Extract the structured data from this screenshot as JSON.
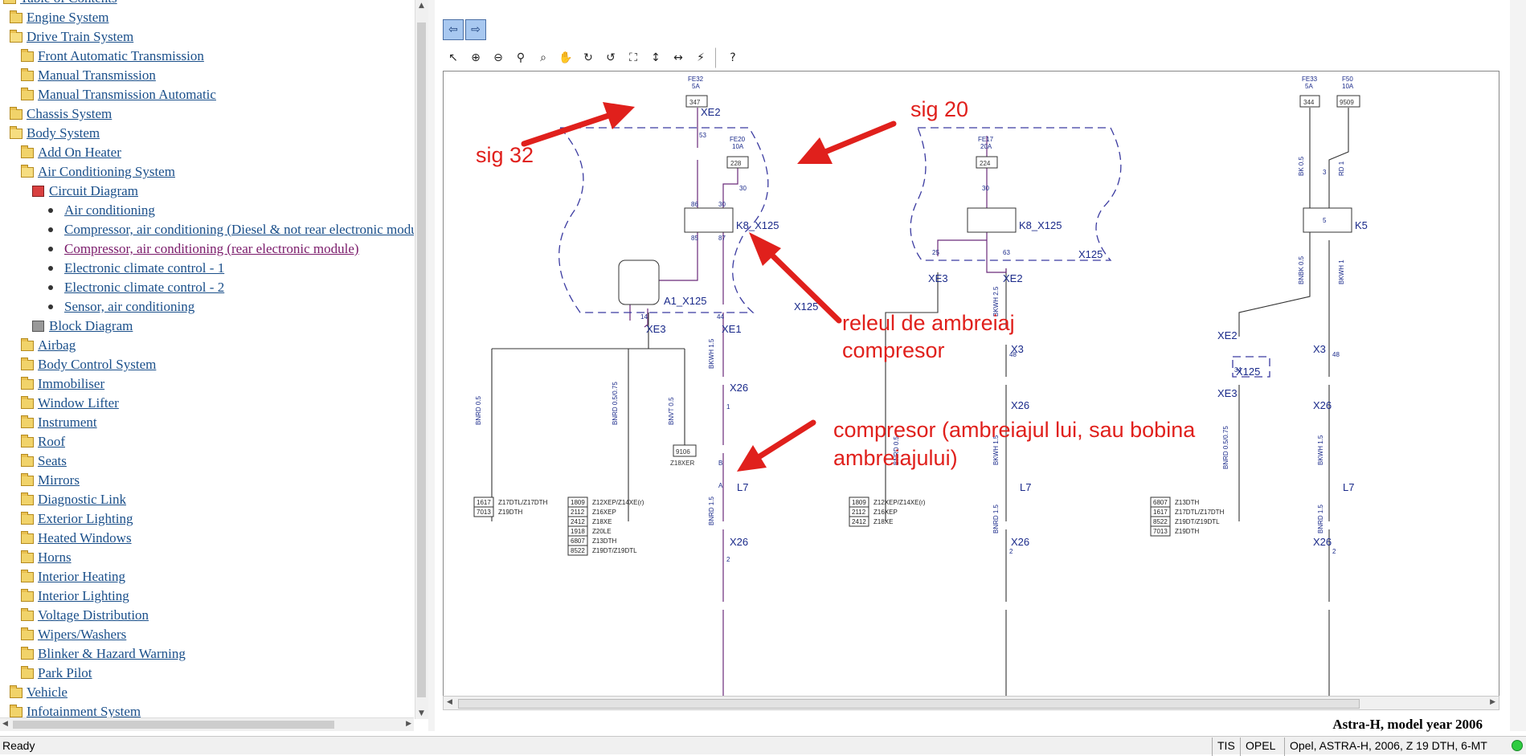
{
  "tree": {
    "items": [
      {
        "label": "Table of Contents",
        "type": "folder",
        "indent": 0
      },
      {
        "label": "Engine System",
        "type": "folder",
        "indent": 1
      },
      {
        "label": "Drive Train System",
        "type": "folder-open",
        "indent": 1
      },
      {
        "label": "Front Automatic Transmission",
        "type": "folder",
        "indent": 2
      },
      {
        "label": "Manual Transmission",
        "type": "folder",
        "indent": 2
      },
      {
        "label": "Manual Transmission Automatic",
        "type": "folder",
        "indent": 2
      },
      {
        "label": "Chassis System",
        "type": "folder",
        "indent": 1
      },
      {
        "label": "Body System",
        "type": "folder-open",
        "indent": 1
      },
      {
        "label": "Add On Heater",
        "type": "folder",
        "indent": 2
      },
      {
        "label": "Air Conditioning System",
        "type": "folder-open",
        "indent": 2
      },
      {
        "label": "Circuit Diagram",
        "type": "doc",
        "indent": 3
      },
      {
        "label": "Air conditioning",
        "type": "bullet",
        "indent": 4
      },
      {
        "label": "Compressor, air conditioning (Diesel & not rear electronic module)",
        "type": "bullet",
        "indent": 4
      },
      {
        "label": "Compressor, air conditioning (rear electronic module)",
        "type": "bullet-visited",
        "indent": 4
      },
      {
        "label": "Electronic climate control - 1",
        "type": "bullet",
        "indent": 4
      },
      {
        "label": "Electronic climate control - 2",
        "type": "bullet",
        "indent": 4
      },
      {
        "label": "Sensor, air conditioning",
        "type": "bullet",
        "indent": 4
      },
      {
        "label": "Block Diagram",
        "type": "doc-gray",
        "indent": 3
      },
      {
        "label": "Airbag",
        "type": "folder",
        "indent": 2
      },
      {
        "label": "Body Control System",
        "type": "folder",
        "indent": 2
      },
      {
        "label": "Immobiliser",
        "type": "folder",
        "indent": 2
      },
      {
        "label": "Window Lifter",
        "type": "folder",
        "indent": 2
      },
      {
        "label": "Instrument",
        "type": "folder",
        "indent": 2
      },
      {
        "label": "Roof",
        "type": "folder",
        "indent": 2
      },
      {
        "label": "Seats",
        "type": "folder",
        "indent": 2
      },
      {
        "label": "Mirrors",
        "type": "folder",
        "indent": 2
      },
      {
        "label": "Diagnostic Link",
        "type": "folder",
        "indent": 2
      },
      {
        "label": "Exterior Lighting",
        "type": "folder",
        "indent": 2
      },
      {
        "label": "Heated Windows",
        "type": "folder",
        "indent": 2
      },
      {
        "label": "Horns",
        "type": "folder",
        "indent": 2
      },
      {
        "label": "Interior Heating",
        "type": "folder",
        "indent": 2
      },
      {
        "label": "Interior Lighting",
        "type": "folder",
        "indent": 2
      },
      {
        "label": "Voltage Distribution",
        "type": "folder",
        "indent": 2
      },
      {
        "label": "Wipers/Washers",
        "type": "folder",
        "indent": 2
      },
      {
        "label": "Blinker & Hazard Warning",
        "type": "folder",
        "indent": 2
      },
      {
        "label": "Park Pilot",
        "type": "folder",
        "indent": 2
      },
      {
        "label": "Vehicle",
        "type": "folder",
        "indent": 1
      },
      {
        "label": "Infotainment System",
        "type": "folder",
        "indent": 1
      }
    ]
  },
  "nav": {
    "back": "⇦",
    "forward": "⇨"
  },
  "toolbar": {
    "tools": [
      {
        "name": "select-tool",
        "glyph": "↖"
      },
      {
        "name": "zoom-in-tool",
        "glyph": "⊕"
      },
      {
        "name": "zoom-out-tool",
        "glyph": "⊖"
      },
      {
        "name": "zoom-tool",
        "glyph": "⚲"
      },
      {
        "name": "zoom-area-tool",
        "glyph": "⌕"
      },
      {
        "name": "pan-tool",
        "glyph": "✋"
      },
      {
        "name": "rotate-right-tool",
        "glyph": "↻"
      },
      {
        "name": "rotate-left-tool",
        "glyph": "↺"
      },
      {
        "name": "fit-page-tool",
        "glyph": "⛶"
      },
      {
        "name": "fit-height-tool",
        "glyph": "↕"
      },
      {
        "name": "fit-width-tool",
        "glyph": "↔"
      },
      {
        "name": "signal-tool",
        "glyph": "⚡"
      },
      {
        "name": "help-tool",
        "glyph": "?"
      }
    ]
  },
  "diagram": {
    "fuses": {
      "fe32": {
        "name": "FE32",
        "rating": "5A",
        "pin": "347"
      },
      "fe20": {
        "name": "FE20",
        "rating": "10A",
        "pin": "228"
      },
      "fe17": {
        "name": "FE17",
        "rating": "20A",
        "pin": "224"
      },
      "fe33": {
        "name": "FE33",
        "rating": "5A",
        "pin": "344"
      },
      "f50": {
        "name": "F50",
        "rating": "10A",
        "pin": "9509"
      }
    },
    "connectors": {
      "xe2": "XE2",
      "xe3": "XE3",
      "xe1": "XE1",
      "x3": "X3",
      "x26": "X26",
      "x125": "X125",
      "l7": "L7",
      "k5": "K5",
      "relay1": "K8_X125",
      "relay2": "K8_X125",
      "a1": "A1_X125"
    },
    "pins": {
      "p53": "53",
      "p30": "30",
      "p86": "86",
      "p85": "85",
      "p87": "87",
      "p14": "14",
      "p44": "44",
      "p1": "1",
      "p2": "2",
      "p25": "25",
      "p63": "63",
      "p48": "48",
      "p3": "3",
      "p5": "5",
      "p34": "34",
      "pb": "B",
      "pa": "A"
    },
    "wires": {
      "bnrd05": "BNRD 0.5",
      "bnrd0575": "BNRD 0.5/0.75",
      "bnvt05": "BNVT 0.5",
      "bkwh15": "BKWH 1.5",
      "bnrd15": "BNRD 1.5",
      "bkwh25": "BKWH 2.5",
      "bk05": "BK 0.5",
      "rd1": "RD 1",
      "bnbk05": "BNBK 0.5",
      "bkwh1": "BKWH 1",
      "bnrd0": "BNRD 0.5"
    },
    "part": {
      "code": "9106",
      "engine": "Z18XER"
    },
    "tables": {
      "t1": [
        [
          "1617",
          "Z17DTL/Z17DTH"
        ],
        [
          "7013",
          "Z19DTH"
        ]
      ],
      "t2": [
        [
          "1809",
          "Z12XEP/Z14XE(r)"
        ],
        [
          "2112",
          "Z16XEP"
        ],
        [
          "2412",
          "Z18XE"
        ],
        [
          "1918",
          "Z20LE"
        ],
        [
          "6807",
          "Z13DTH"
        ],
        [
          "8522",
          "Z19DT/Z19DTL"
        ]
      ],
      "t3": [
        [
          "1809",
          "Z12XEP/Z14XE(r)"
        ],
        [
          "2112",
          "Z16XEP"
        ],
        [
          "2412",
          "Z18XE"
        ]
      ],
      "t4": [
        [
          "6807",
          "Z13DTH"
        ],
        [
          "1617",
          "Z17DTL/Z17DTH"
        ],
        [
          "8522",
          "Z19DT/Z19DTL"
        ],
        [
          "7013",
          "Z19DTH"
        ]
      ]
    },
    "annotations": {
      "sig32": "sig 32",
      "sig20": "sig 20",
      "releu_1": "releul de ambreiaj",
      "releu_2": "compresor",
      "comp_1": "compresor (ambreiajul lui, sau bobina",
      "comp_2": "ambreiajului)"
    },
    "annotation_color": "#e0201c",
    "line_color": "#6a2a7a",
    "label_color": "#1a2a8a"
  },
  "caption": "Astra-H, model year 2006",
  "status": {
    "ready": "Ready",
    "cells": [
      "TIS",
      "OPEL",
      "Opel, ASTRA-H, 2006, Z 19 DTH, 6-MT"
    ]
  }
}
